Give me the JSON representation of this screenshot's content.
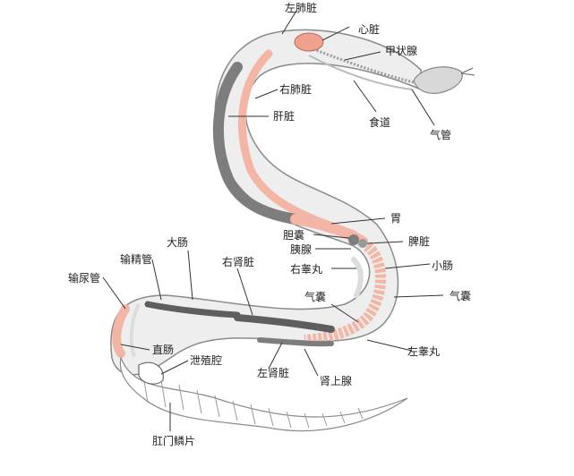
{
  "labels": {
    "left_lung": "左肺脏",
    "heart": "心脏",
    "thyroid": "甲状腺",
    "right_lung": "右肺脏",
    "liver": "肝脏",
    "esophagus": "食道",
    "trachea": "气管",
    "stomach": "胃",
    "gallbladder": "胆囊",
    "pancreas": "胰腺",
    "spleen": "脾脏",
    "right_testis": "右睾丸",
    "small_intestine": "小肠",
    "large_intestine": "大肠",
    "vas_deferens": "输精管",
    "right_kidney": "右肾脏",
    "ureter": "输尿管",
    "air_sac_inner": "气囊",
    "air_sac_outer": "气囊",
    "rectum": "直肠",
    "cloaca": "泄殖腔",
    "left_kidney": "左肾脏",
    "adrenal_gland": "肾上腺",
    "left_testis": "左睾丸",
    "anal_scale": "肛门鳞片"
  },
  "colors": {
    "body_fill": "#eeeeee",
    "body_outline": "#8a8a8a",
    "liver": "#7d7d7d",
    "organ_pink": "#f3b6a6",
    "organ_light": "#dcdcdc",
    "heart": "#f0a08e",
    "kidney_dark": "#5e5e5e",
    "leader": "#333333"
  }
}
